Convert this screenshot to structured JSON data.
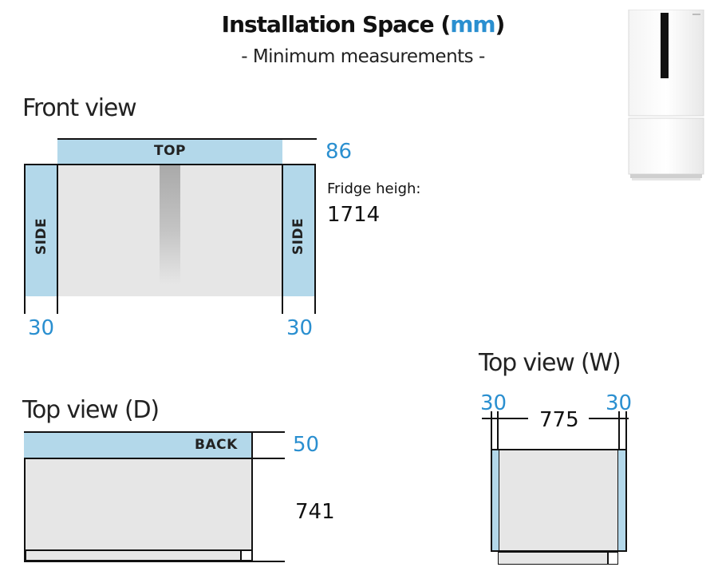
{
  "header": {
    "title_main": "Installation Space (",
    "title_unit": "mm",
    "title_close": ")",
    "subtitle": "- Minimum measurements -"
  },
  "front_view": {
    "heading": "Front view",
    "top_label": "TOP",
    "side_label": "SIDE",
    "top_clearance": "86",
    "side_clearance_left": "30",
    "side_clearance_right": "30",
    "fridge_height_label": "Fridge heigh:",
    "fridge_height_value": "1714"
  },
  "top_view_depth": {
    "heading": "Top view (D)",
    "back_label": "BACK",
    "back_clearance": "50",
    "depth": "741"
  },
  "top_view_width": {
    "heading": "Top view (W)",
    "side_clearance_left": "30",
    "side_clearance_right": "30",
    "width": "775"
  },
  "image": {
    "icon": "fridge-icon"
  },
  "colors": {
    "accent": "#2a8fd0",
    "clearance_fill": "#b3d8ea",
    "body_fill": "#e6e6e6"
  }
}
